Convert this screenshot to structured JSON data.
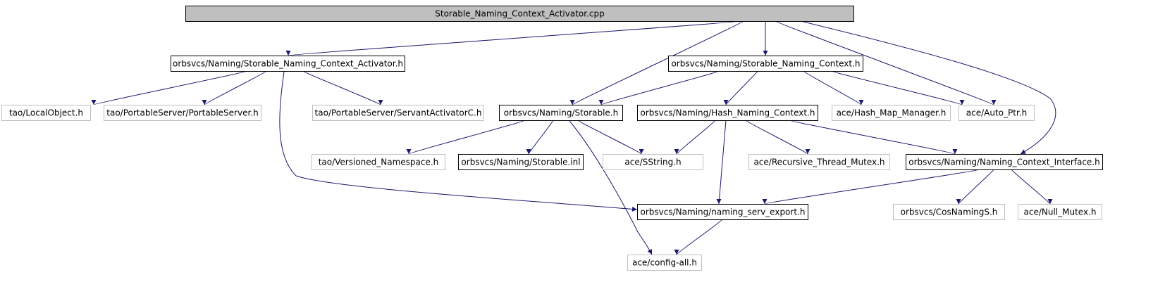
{
  "nodes": [
    {
      "id": "root",
      "label": "Storable_Naming_Context_Activator.cpp",
      "style": "root"
    },
    {
      "id": "activator_h",
      "label": "orbsvcs/Naming/Storable_Naming_Context_Activator.h",
      "style": "project"
    },
    {
      "id": "snc_h",
      "label": "orbsvcs/Naming/Storable_Naming_Context.h",
      "style": "project"
    },
    {
      "id": "localobject",
      "label": "tao/LocalObject.h",
      "style": "external"
    },
    {
      "id": "portableserver",
      "label": "tao/PortableServer/PortableServer.h",
      "style": "external"
    },
    {
      "id": "servantactivator",
      "label": "tao/PortableServer/ServantActivatorC.h",
      "style": "external"
    },
    {
      "id": "storable_h",
      "label": "orbsvcs/Naming/Storable.h",
      "style": "project"
    },
    {
      "id": "hnc_h",
      "label": "orbsvcs/Naming/Hash_Naming_Context.h",
      "style": "project"
    },
    {
      "id": "hashmap",
      "label": "ace/Hash_Map_Manager.h",
      "style": "external"
    },
    {
      "id": "autoptr",
      "label": "ace/Auto_Ptr.h",
      "style": "external"
    },
    {
      "id": "versioned",
      "label": "tao/Versioned_Namespace.h",
      "style": "external"
    },
    {
      "id": "storable_inl",
      "label": "orbsvcs/Naming/Storable.inl",
      "style": "project"
    },
    {
      "id": "sstring",
      "label": "ace/SString.h",
      "style": "external"
    },
    {
      "id": "rtmutex",
      "label": "ace/Recursive_Thread_Mutex.h",
      "style": "external"
    },
    {
      "id": "nci_h",
      "label": "orbsvcs/Naming/Naming_Context_Interface.h",
      "style": "project"
    },
    {
      "id": "export_h",
      "label": "orbsvcs/Naming/naming_serv_export.h",
      "style": "project"
    },
    {
      "id": "cosnaming",
      "label": "orbsvcs/CosNamingS.h",
      "style": "external"
    },
    {
      "id": "nullmutex",
      "label": "ace/Null_Mutex.h",
      "style": "external"
    },
    {
      "id": "config",
      "label": "ace/config-all.h",
      "style": "external"
    }
  ],
  "edges": [
    [
      "root",
      "activator_h"
    ],
    [
      "root",
      "snc_h"
    ],
    [
      "root",
      "storable_h"
    ],
    [
      "root",
      "autoptr"
    ],
    [
      "root",
      "nci_h"
    ],
    [
      "activator_h",
      "localobject"
    ],
    [
      "activator_h",
      "portableserver"
    ],
    [
      "activator_h",
      "servantactivator"
    ],
    [
      "activator_h",
      "export_h"
    ],
    [
      "snc_h",
      "storable_h"
    ],
    [
      "snc_h",
      "hnc_h"
    ],
    [
      "snc_h",
      "hashmap"
    ],
    [
      "snc_h",
      "autoptr"
    ],
    [
      "storable_h",
      "versioned"
    ],
    [
      "storable_h",
      "storable_inl"
    ],
    [
      "storable_h",
      "sstring"
    ],
    [
      "storable_h",
      "config"
    ],
    [
      "hnc_h",
      "sstring"
    ],
    [
      "hnc_h",
      "rtmutex"
    ],
    [
      "hnc_h",
      "nci_h"
    ],
    [
      "hnc_h",
      "export_h"
    ],
    [
      "nci_h",
      "export_h"
    ],
    [
      "nci_h",
      "cosnaming"
    ],
    [
      "nci_h",
      "nullmutex"
    ],
    [
      "export_h",
      "config"
    ]
  ],
  "colors": {
    "edge": "#191970",
    "root_fill": "#bfbfbf",
    "project_border": "#000000",
    "external_border": "#bfbfbf",
    "text_project": "#000000",
    "text_external": "#000000"
  }
}
